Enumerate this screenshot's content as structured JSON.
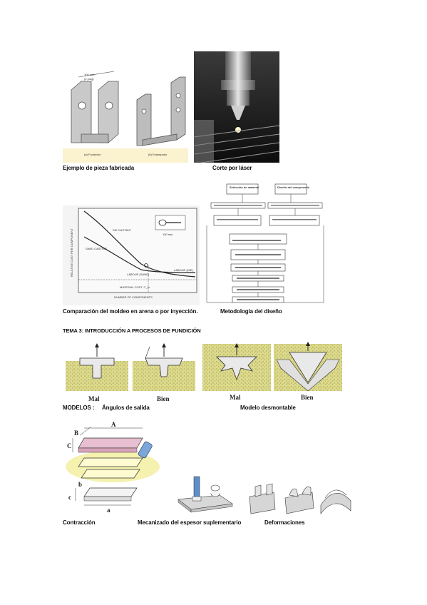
{
  "captions": {
    "fabricated_part": "Ejemplo de pieza fabricada",
    "laser_cut": "Corte por láser",
    "molding_comparison": "Comparación del moldeo en arena o por inyección.",
    "design_method": "Metodología del diseño",
    "section_title": "TEMA 3: INTRODUCCIÓN A PROCESOS DE FUNDICIÓN",
    "models": "MODELOS :",
    "draft_angles": "Ángulos de salida",
    "removable_model": "Modelo desmontable",
    "shrinkage": "Contracción",
    "extra_thickness": "Mecanizado del espesor suplementario",
    "deformations": "Deformaciones"
  },
  "figure_labels": {
    "part_dimension_1": "100 mm",
    "part_dimension_2": "(4 pulg)",
    "part_a": "(a) Fundición",
    "part_b": "(b) Estampado",
    "chart_die": "DIE CASTING",
    "chart_sand": "SAND CASTING",
    "chart_ylabel": "RELATIVE COST PER COMPONENT",
    "chart_xlabel": "NUMBER OF COMPONENTS",
    "chart_labour_sand": "LABOUR (SAND)",
    "chart_labour_die": "LABOUR (DIE)",
    "chart_material": "MATERIAL COST, C_m",
    "chart_scale": "150 mm",
    "flow_sel_material": "Selección de material",
    "flow_diseno": "Diseño del componente",
    "mal": "Mal",
    "bien": "Bien",
    "dim_A": "A",
    "dim_B": "B",
    "dim_C": "C",
    "dim_a": "a",
    "dim_b": "b",
    "dim_c": "c"
  }
}
